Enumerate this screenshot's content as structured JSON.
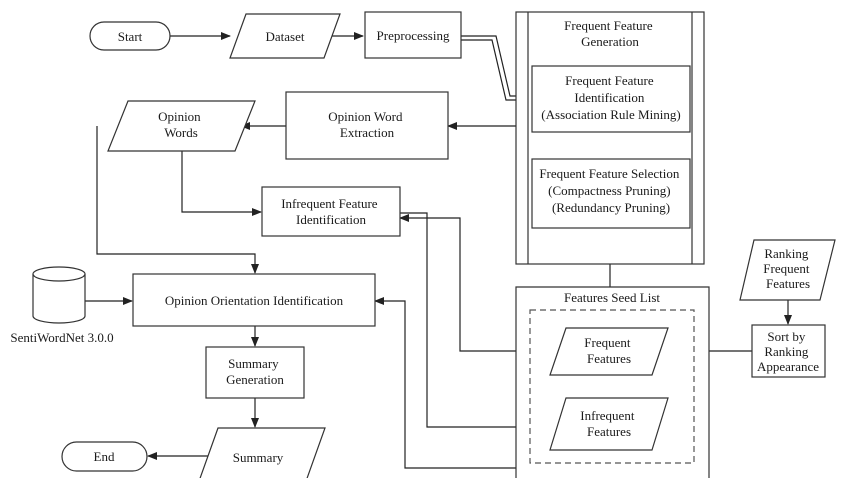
{
  "nodes": {
    "start": "Start",
    "dataset": "Dataset",
    "preprocessing": "Preprocessing",
    "ffg_title": [
      "Frequent Feature",
      "Generation"
    ],
    "ffi": [
      "Frequent Feature",
      "Identification",
      "(Association Rule Mining)"
    ],
    "ffs": [
      "Frequent Feature Selection",
      "(Compactness Pruning)",
      "(Redundancy Pruning)"
    ],
    "opinion_words": [
      "Opinion",
      "Words"
    ],
    "opinion_word_extraction": [
      "Opinion Word",
      "Extraction"
    ],
    "infrequent_identification": [
      "Infrequent Feature",
      "Identification"
    ],
    "sentiwordnet": "SentiWordNet 3.0.0",
    "orientation": "Opinion Orientation Identification",
    "summary_generation": [
      "Summary",
      "Generation"
    ],
    "summary": "Summary",
    "end": "End",
    "seed_list_title": "Features Seed List",
    "frequent_features": [
      "Frequent",
      "Features"
    ],
    "infrequent_features": [
      "Infrequent",
      "Features"
    ],
    "ranking_frequent": [
      "Ranking",
      "Frequent",
      "Features"
    ],
    "sort_by_ranking": [
      "Sort by",
      "Ranking",
      "Appearance"
    ]
  }
}
